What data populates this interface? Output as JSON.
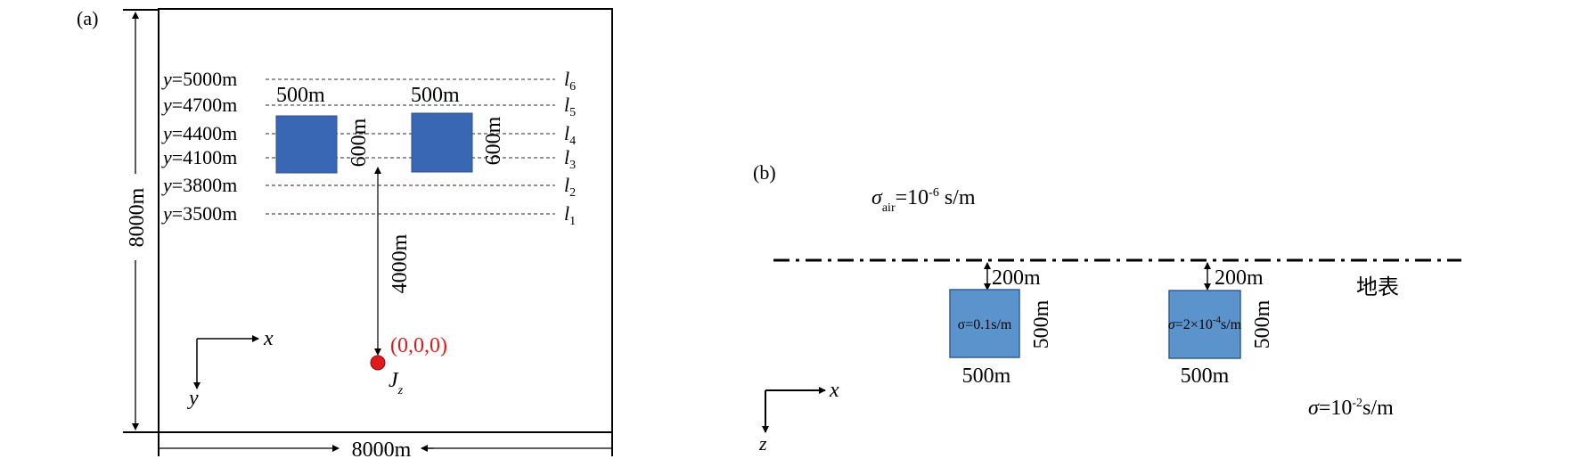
{
  "panel_a": {
    "label": "(a)",
    "size_vertical": "8000m",
    "size_horizontal": "8000m",
    "lines": [
      {
        "y_prefix": "y",
        "y_value": "=5000m",
        "line_letter": "l",
        "line_index": "6"
      },
      {
        "y_prefix": "y",
        "y_value": "=4700m",
        "line_letter": "l",
        "line_index": "5"
      },
      {
        "y_prefix": "y",
        "y_value": "=4400m",
        "line_letter": "l",
        "line_index": "4"
      },
      {
        "y_prefix": "y",
        "y_value": "=4100m",
        "line_letter": "l",
        "line_index": "3"
      },
      {
        "y_prefix": "y",
        "y_value": "=3800m",
        "line_letter": "l",
        "line_index": "2"
      },
      {
        "y_prefix": "y",
        "y_value": "=3500m",
        "line_letter": "l",
        "line_index": "1"
      }
    ],
    "block_width_1": "500m",
    "block_width_2": "500m",
    "block_height_1": "600m",
    "block_height_2": "600m",
    "distance": "4000m",
    "origin": "(0,0,0)",
    "source_main": "J",
    "source_sub": "z",
    "axis_x": "x",
    "axis_y": "y",
    "colors": {
      "block": "#3a67b3",
      "source": "#e11b1b"
    }
  },
  "panel_b": {
    "label": "(b)",
    "air_sigma": "σ",
    "air_sub": "air",
    "air_eq": "=10",
    "air_exp": "-6",
    "air_unit": " s/m",
    "depth_1": "200m",
    "depth_2": "200m",
    "surface_label": "地表",
    "block1_sigma": "σ=0.1s/m",
    "block2_sigma": "σ",
    "block2_eq": "=2×10",
    "block2_exp": "-4",
    "block2_unit": "s/m",
    "block_width_1": "500m",
    "block_width_2": "500m",
    "block_height_1": "500m",
    "block_height_2": "500m",
    "bg_sigma": "σ",
    "bg_eq": "=10",
    "bg_exp": "-2",
    "bg_unit": "s/m",
    "axis_x": "x",
    "axis_z": "z",
    "colors": {
      "block": "#5b93cc"
    }
  }
}
